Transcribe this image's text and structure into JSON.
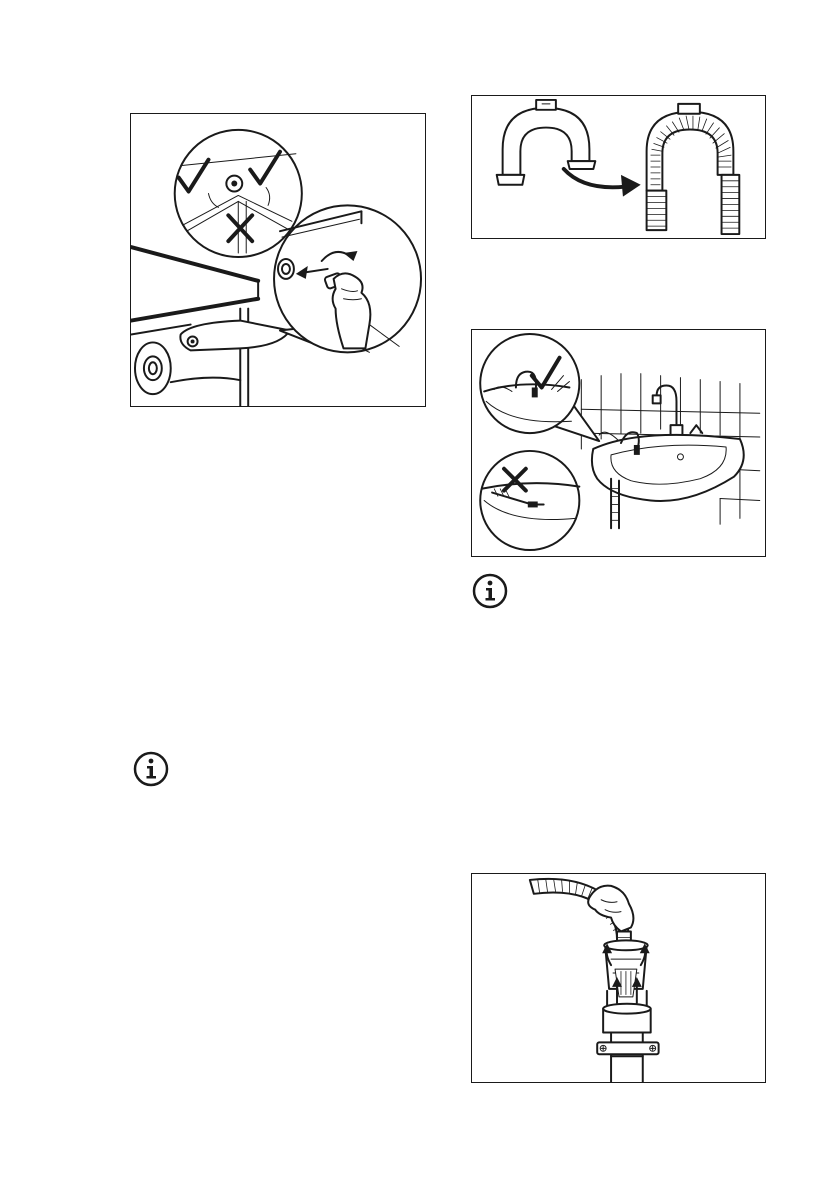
{
  "figures": [
    {
      "name": "hose-bracket-fitting",
      "icons": [
        "check-mark-icon",
        "cross-mark-icon",
        "arrow-icon",
        "hand-icon"
      ]
    },
    {
      "name": "u-piece-to-drain-hose",
      "icons": [
        "arrow-icon"
      ]
    },
    {
      "name": "drain-hose-on-sink-edge",
      "icons": [
        "check-mark-icon",
        "cross-mark-icon"
      ]
    },
    {
      "name": "drain-hose-into-standpipe",
      "icons": [
        "hand-icon",
        "arrow-icon"
      ]
    }
  ],
  "notes": [
    {
      "icon": "info-icon"
    },
    {
      "icon": "info-icon"
    }
  ],
  "colors": {
    "line": "#1a1a1a",
    "background": "#ffffff"
  }
}
